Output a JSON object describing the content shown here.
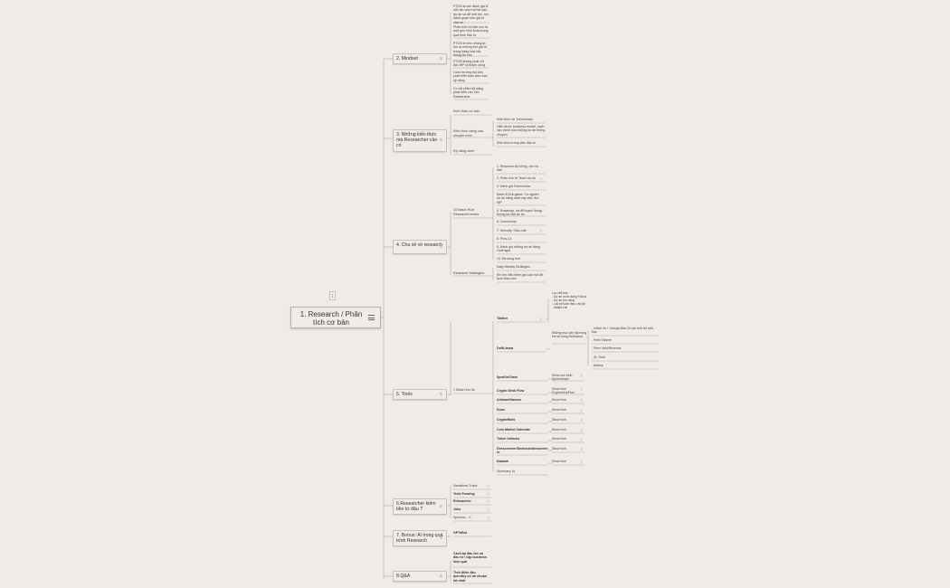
{
  "root": {
    "label": "1. Research / Phân tích cơ bản",
    "collapse_label": "1"
  },
  "branches": [
    {
      "id": "b2",
      "label": "2. Mindset"
    },
    {
      "id": "b3",
      "label": "3. Những kiến thức mà Researcher cần có"
    },
    {
      "id": "b4",
      "label": "4. Cha sề về research"
    },
    {
      "id": "b5",
      "label": "5. Tools"
    },
    {
      "id": "b6",
      "label": "6.Researcher kiếm tiền từ đâu ?"
    },
    {
      "id": "b7",
      "label": "7. Bonus: AI trong quá trình Research"
    },
    {
      "id": "b8",
      "label": "8.Q&A"
    }
  ],
  "mindset": [
    "PTCB là các đánh giá kĩ mỗi lan của một tài sản, dự án và để mệt tìm, tìm đánh quan như giả tri của nó",
    "Phân tích cơ bản cho ta một góc nhìn khác trong quá trình đầu tư",
    "PTCB là việc chúng ta tìm ra những thứ giá trị trong hàng loạt các thông tin cho",
    "PTCB không phải chỉ đọc WP là thành công",
    "Luôn trường bồi việc phát triển toàn diện sau kỹ năng",
    "Có rất nhiều kỹ năng phát triển cho mỗi Researcher"
  ],
  "knowledge": {
    "basic": "Kiến thức cơ bản",
    "advanced": "Kiến thức nâng cao chuyên môn",
    "advanced_items": [
      "Kiến thức về Tokenomics",
      "Hiểu được business model, cách vận hành của những dự án thông chuyên",
      "Kiến thức trong việc đầu tư"
    ],
    "soft": "Kỹ năng mềm"
  },
  "research": {
    "basic_label": "10 Basic Rule Research/review",
    "rules": [
      "1. Research kỹ lưỡng, dọc và đào",
      "2. Phân tích về Team dự án",
      "3. Đánh giá Tokenomics",
      "Đánh lỗ khả game. Cơ nghiên dự án bằng cách xay việc đọc WP",
      "5. Roadmap, và để hoạch thông tương lai của dự án",
      "6. Community",
      "7. Security / Bảo mật",
      "8. Pros-Cs",
      "9. Đánh giá những dự án đang Overhype",
      "10. Đa dạng hóa"
    ],
    "strategies_label": "Research Strategies",
    "strategies": [
      "Daily Weekly Strategies",
      "Khi tìm hiểu thêm giá của một đề tạnh theo mới"
    ]
  },
  "tools": {
    "hub_label": "1 Mạch thu tin",
    "twitter": "Twitter",
    "twitter_notes": "Lọc viết bao\n- Dự án mình đang Follow\n- Dự án tìm năng\n- List kế toàn theo chủ đề\n- Wallet List",
    "defillama": "DefiLlama",
    "defillama_note": "Những mục cần lập trong khi sử dụng DefiLlama",
    "defillama_items": [
      "- Inflow Vo + Omega-flow 2h vào mới Hệ sinh thái",
      "- Fees Volume",
      "- Fees Yield/Revenue",
      "- St. Yield",
      "- Airdrop"
    ],
    "tools_list": [
      {
        "name": "SpotOnChain",
        "note": "Show còn hình Spotonchain"
      },
      {
        "name": "Crypto Desk Flow",
        "note": "Show hình CryptoDeskFlow"
      },
      {
        "name": "Arkham/Nansen",
        "note": "Show hình"
      },
      {
        "name": "Dune",
        "note": "Show hình"
      },
      {
        "name": "CryptoRank",
        "note": "Show hình"
      },
      {
        "name": "Coin Market Calendar",
        "note": "Show hình"
      },
      {
        "name": "Token Unlocks",
        "note": "Show hình"
      },
      {
        "name": "Dexscreener/Dextools/dexscreener",
        "note": "Show hình"
      },
      {
        "name": "Dabank",
        "note": "Show hình"
      },
      {
        "name": "Summary 1s",
        "note": ""
      }
    ]
  },
  "earn": [
    "Narratives Trade",
    "Yield Farming",
    "Retroactive",
    "Jobs",
    "Sponsor... X"
  ],
  "ai": {
    "item": "GPTsBot"
  },
  "qa": [
    "Cách tại đâu tìm và đầu tư / cập business hiệu quả",
    "Thời điểm đầu tpendtry có lợi nhuận tốt nhất"
  ],
  "colors": {
    "background": "#efebe9",
    "line": "#b9a6a0",
    "accent": "#8a5a4f"
  }
}
